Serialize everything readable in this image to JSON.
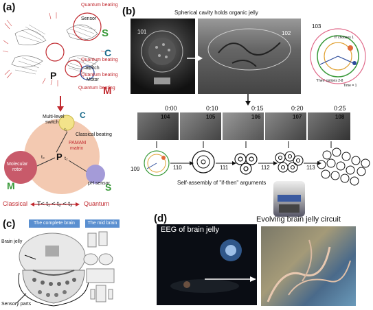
{
  "panels": {
    "a": "(a)",
    "b": "(b)",
    "c": "(c)",
    "d": "(d)"
  },
  "a": {
    "beat1": "Quantum beating",
    "sensor": "Sensor",
    "beat2": "Quantum beating",
    "switch": "Switch",
    "beat3": "Quantum beating",
    "motor": "Motor",
    "beat4": "Quantum beating",
    "S": "S",
    "C": "C",
    "P": "P",
    "M": "M",
    "multi1": "Multi-level",
    "multi2": "switch",
    "classical_beating": "Classical beating",
    "pamam1": "PAMAM",
    "pamam2": "matrix",
    "mol1": "Molecular",
    "mol2": "rotor",
    "ph": "pH sensor",
    "C2": "C",
    "P2": "P",
    "M2": "M",
    "S2": "S",
    "t1": "t₁",
    "t2": "t₂",
    "t3": "t₃",
    "classical": "Classical",
    "scale": "T< t₁ < t₂ < t₃",
    "quantum": "Quantum"
  },
  "b": {
    "title": "Spherical cavity holds organic jelly",
    "n101": "101",
    "n102": "102",
    "n103": "103",
    "if_chooses": "'If' chooses 1",
    "then_options": "'Then' options 2-8",
    "time": "Time = 1",
    "times": [
      "0:00",
      "0:10",
      "0:15",
      "0:20",
      "0:25"
    ],
    "frames": [
      "104",
      "105",
      "106",
      "107",
      "108"
    ],
    "n109": "109",
    "n110": "110",
    "n111": "111",
    "n112": "112",
    "n113": "113",
    "caption": "Self-assembly of \"if-then\" arguments"
  },
  "c": {
    "complete": "The complete brain",
    "mid": "The mid brain",
    "jelly": "Brain jelly",
    "sensory": "Sensory parts"
  },
  "d": {
    "eeg": "EEG of brain jelly",
    "evolving": "Evolving brain jelly circuit"
  },
  "colors": {
    "red": "#c0282e",
    "green": "#3a9a3a",
    "teal": "#1a6a8a",
    "blue_label": "#5a8fd0"
  }
}
